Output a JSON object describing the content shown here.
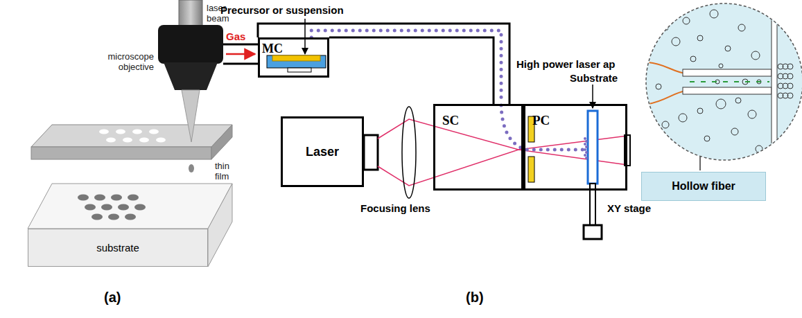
{
  "diagram": {
    "nodes": [
      {
        "text": [
          "substrate"
        ]
      },
      {
        "text": [
          "MC"
        ]
      },
      {
        "text": [
          "Laser"
        ]
      },
      {
        "text": [
          "SC"
        ]
      },
      {
        "text": [
          "PC"
        ]
      },
      {
        "text": [
          "Hollow fiber"
        ]
      }
    ],
    "edges": [
      {
        "from": 1,
        "to": 3,
        "arrow": "none"
      }
    ],
    "labels": [
      "laser beam",
      "microscope objective",
      "thin film",
      "(a)",
      "Precursor or suspension",
      "Gas",
      "High power laser ap",
      "Substrate",
      "Focusing lens",
      "XY stage",
      "(b)"
    ]
  }
}
